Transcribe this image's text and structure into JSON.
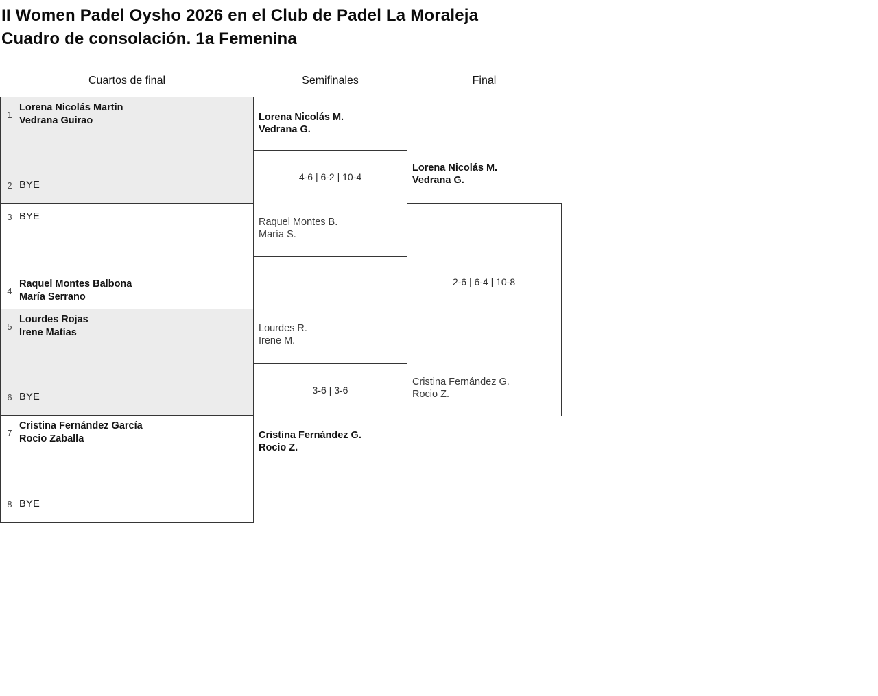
{
  "page": {
    "title_line1": "II Women Padel Oysho 2026 en el Club de Padel La Moraleja",
    "title_line2": "Cuadro de consolación. 1a Femenina"
  },
  "round_headers": {
    "quarterfinals": "Cuartos de final",
    "semifinals": "Semifinales",
    "final": "Final"
  },
  "quarterfinals": [
    {
      "seed": "1",
      "line1": "Lorena Nicolás Martin",
      "line2": "Vedrana Guirao"
    },
    {
      "seed": "2",
      "line1": "BYE"
    },
    {
      "seed": "3",
      "line1": "BYE"
    },
    {
      "seed": "4",
      "line1": "Raquel Montes Balbona",
      "line2": "María Serrano"
    },
    {
      "seed": "5",
      "line1": "Lourdes Rojas",
      "line2": "Irene Matías"
    },
    {
      "seed": "6",
      "line1": "BYE"
    },
    {
      "seed": "7",
      "line1": "Cristina Fernández García",
      "line2": "Rocio Zaballa"
    },
    {
      "seed": "8",
      "line1": "BYE"
    }
  ],
  "semifinals": [
    {
      "top_line1": "Lorena Nicolás M.",
      "top_line2": "Vedrana G.",
      "score": "4-6 | 6-2 | 10-4",
      "bottom_line1": "Raquel Montes B.",
      "bottom_line2": "María S."
    },
    {
      "top_line1": "Lourdes R.",
      "top_line2": "Irene M.",
      "score": "3-6 | 3-6",
      "bottom_line1": "Cristina Fernández G.",
      "bottom_line2": "Rocio Z."
    }
  ],
  "final": {
    "top_line1": "Lorena Nicolás M.",
    "top_line2": "Vedrana G.",
    "score": "2-6 | 6-4 | 10-8",
    "bottom_line1": "Cristina Fernández G.",
    "bottom_line2": "Rocio Z."
  },
  "colors": {
    "shaded_block": "#ececec",
    "border": "#363636",
    "winner_text": "#131313",
    "loser_text": "#3c3c3c"
  }
}
